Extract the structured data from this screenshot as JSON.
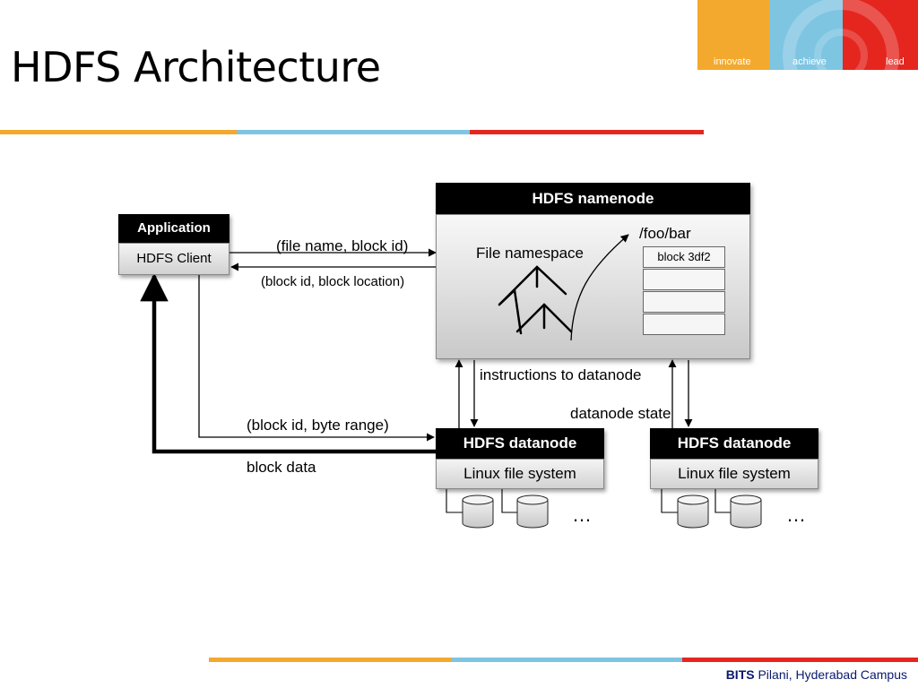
{
  "slide": {
    "title": "HDFS Architecture",
    "logo": {
      "words": [
        "innovate",
        "achieve",
        "lead"
      ]
    },
    "footer": {
      "bold": "BITS",
      "rest": " Pilani, Hyderabad Campus"
    }
  },
  "colors": {
    "orange": "#f3a92e",
    "blue": "#7ec5e2",
    "red": "#e5261f",
    "navy": "#0a1a6e"
  },
  "diagram": {
    "application": {
      "header": "Application",
      "client": "HDFS Client"
    },
    "namenode": {
      "header": "HDFS namenode",
      "namespace_label": "File namespace",
      "file_path": "/foo/bar",
      "blocks": [
        "block 3df2",
        "",
        "",
        ""
      ]
    },
    "arrows": {
      "request": "(file name, block id)",
      "response": "(block id, block location)",
      "byte_range": "(block id, byte range)",
      "block_data": "block data",
      "instructions": "instructions to datanode",
      "state": "datanode state"
    },
    "datanodes": [
      {
        "header": "HDFS datanode",
        "fs": "Linux file system",
        "more": "…"
      },
      {
        "header": "HDFS datanode",
        "fs": "Linux file system",
        "more": "…"
      }
    ]
  }
}
